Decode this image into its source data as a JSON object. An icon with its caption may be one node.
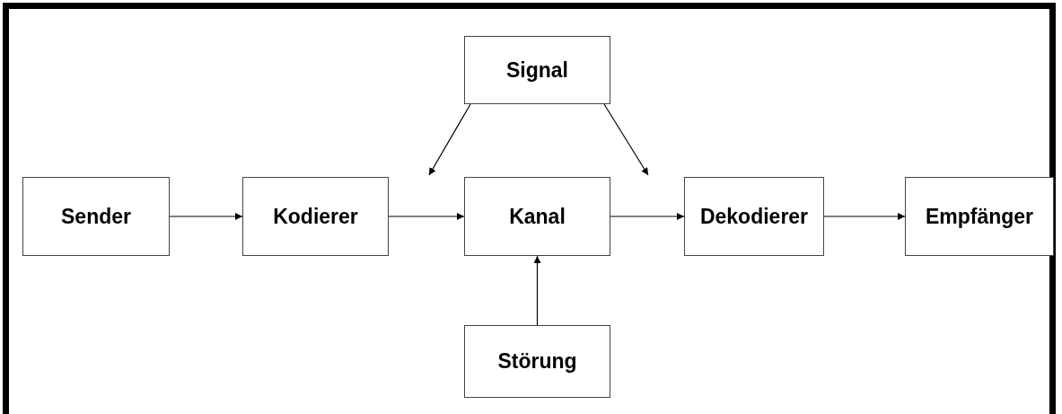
{
  "diagram": {
    "nodes": [
      {
        "text": [
          "Signal"
        ]
      },
      {
        "text": [
          "Sender"
        ]
      },
      {
        "text": [
          "Kodierer"
        ]
      },
      {
        "text": [
          "Kanal"
        ]
      },
      {
        "text": [
          "Dekodierer"
        ]
      },
      {
        "text": [
          "Empfänger"
        ]
      },
      {
        "text": [
          "Störung"
        ]
      }
    ],
    "edges": [
      {
        "from": 1,
        "to": 2,
        "arrow": "to"
      },
      {
        "from": 2,
        "to": 3,
        "arrow": "to"
      },
      {
        "from": 3,
        "to": 4,
        "arrow": "to"
      },
      {
        "from": 4,
        "to": 5,
        "arrow": "to"
      },
      {
        "from": 0,
        "to": null,
        "arrow": "to"
      },
      {
        "from": 0,
        "to": null,
        "arrow": "to"
      },
      {
        "from": 6,
        "to": 3,
        "arrow": "to"
      }
    ]
  }
}
